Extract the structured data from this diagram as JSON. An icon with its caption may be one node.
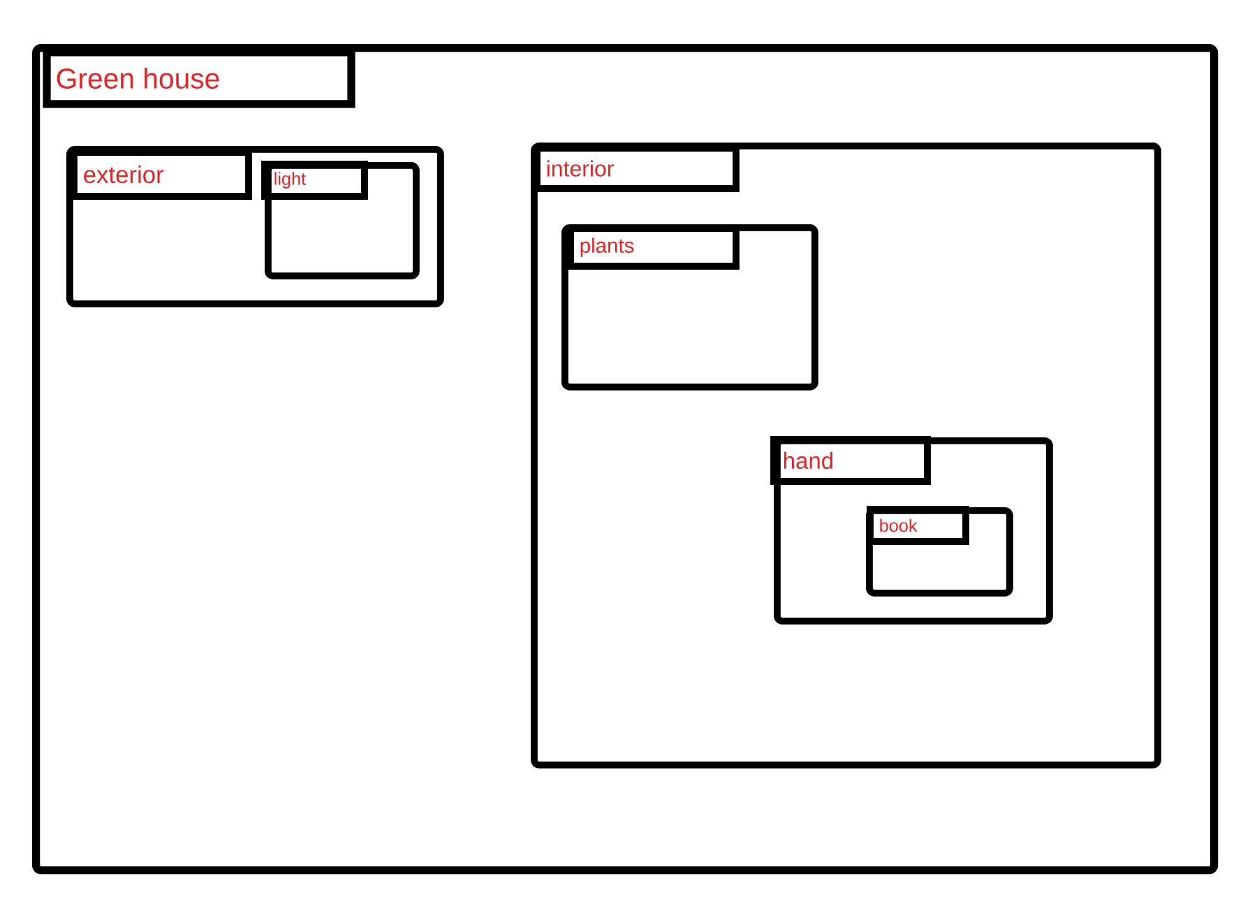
{
  "diagram": {
    "nodes": [
      {
        "text": [
          "Green house"
        ]
      },
      {
        "text": [
          "exterior"
        ],
        "in": 0
      },
      {
        "text": [
          "light"
        ],
        "in": 1
      },
      {
        "text": [
          "interior"
        ],
        "in": 0
      },
      {
        "text": [
          "plants"
        ],
        "in": 3
      },
      {
        "text": [
          "hand"
        ],
        "in": 3
      },
      {
        "text": [
          "book"
        ],
        "in": 5
      }
    ]
  }
}
